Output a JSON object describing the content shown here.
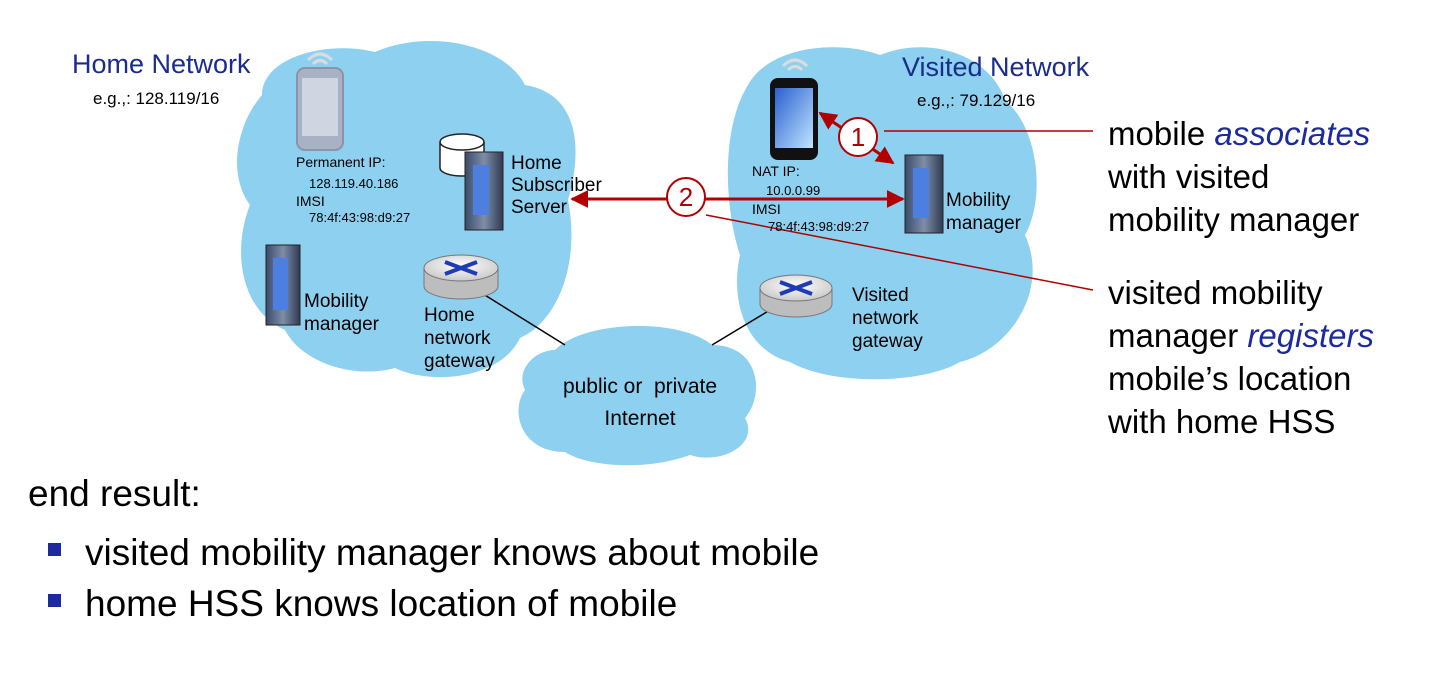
{
  "home": {
    "title": "Home Network",
    "prefix": "e.g.,: 128.119/16",
    "permanent_ip_label": "Permanent IP:",
    "permanent_ip": "128.119.40.186",
    "imsi_label": "IMSI",
    "imsi": "78:4f:43:98:d9:27",
    "hss_label": "Home\nSubscriber\nServer",
    "mm_label": "Mobility\nmanager",
    "gateway_label": "Home\nnetwork\ngateway"
  },
  "visited": {
    "title": "Visited Network",
    "prefix": "e.g.,: 79.129/16",
    "nat_ip_label": "NAT IP:",
    "nat_ip": "10.0.0.99",
    "imsi_label": "IMSI",
    "imsi": "78:4f:43:98:d9:27",
    "mm_label": "Mobility\nmanager",
    "gateway_label": "Visited\nnetwork\ngateway"
  },
  "internet_label": "public or  private\nInternet",
  "steps": [
    "1",
    "2"
  ],
  "notes": {
    "step1": {
      "pre": "mobile ",
      "em": "associates",
      "post": "with visited\nmobility manager"
    },
    "step2": {
      "pre": "visited mobility\nmanager ",
      "em": "registers",
      "post": "mobile’s location\nwith home HSS"
    }
  },
  "end_result": {
    "heading": "end result:",
    "items": [
      "visited mobility manager knows about mobile",
      "home HSS knows location of mobile"
    ]
  },
  "colors": {
    "cloud": "#8dd0f0",
    "arrow": "#b00000",
    "title_blue": "#1a2c8c",
    "accent_blue": "#1c2aa0"
  }
}
